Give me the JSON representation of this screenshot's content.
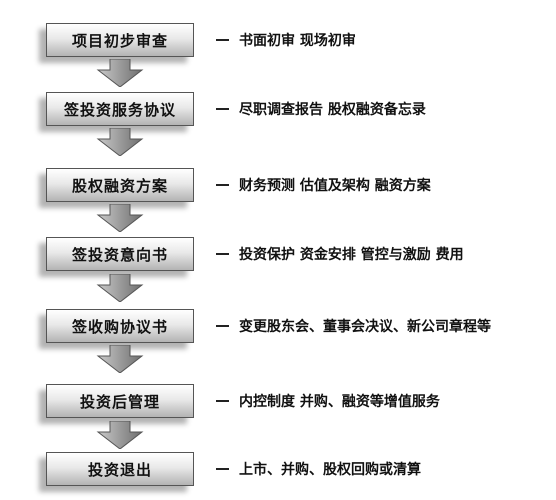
{
  "flow": {
    "steps": [
      {
        "label": "项目初步审查",
        "desc": "书面初审   现场初审"
      },
      {
        "label": "签投资服务协议",
        "desc": "尽职调查报告   股权融资备忘录"
      },
      {
        "label": "股权融资方案",
        "desc": "财务预测   估值及架构   融资方案"
      },
      {
        "label": "签投资意向书",
        "desc": "投资保护   资金安排   管控与激励   费用"
      },
      {
        "label": "签收购协议书",
        "desc": "变更股东会、董事会决议、新公司章程等"
      },
      {
        "label": "投资后管理",
        "desc": "内控制度   并购、融资等增值服务"
      },
      {
        "label": "投资退出",
        "desc": "上市、并购、股权回购或清算"
      }
    ]
  },
  "colors": {
    "arrow_fill_light": "#b8b8b8",
    "arrow_fill_dark": "#6e6e6e",
    "box_border": "#555555",
    "text": "#111111"
  }
}
